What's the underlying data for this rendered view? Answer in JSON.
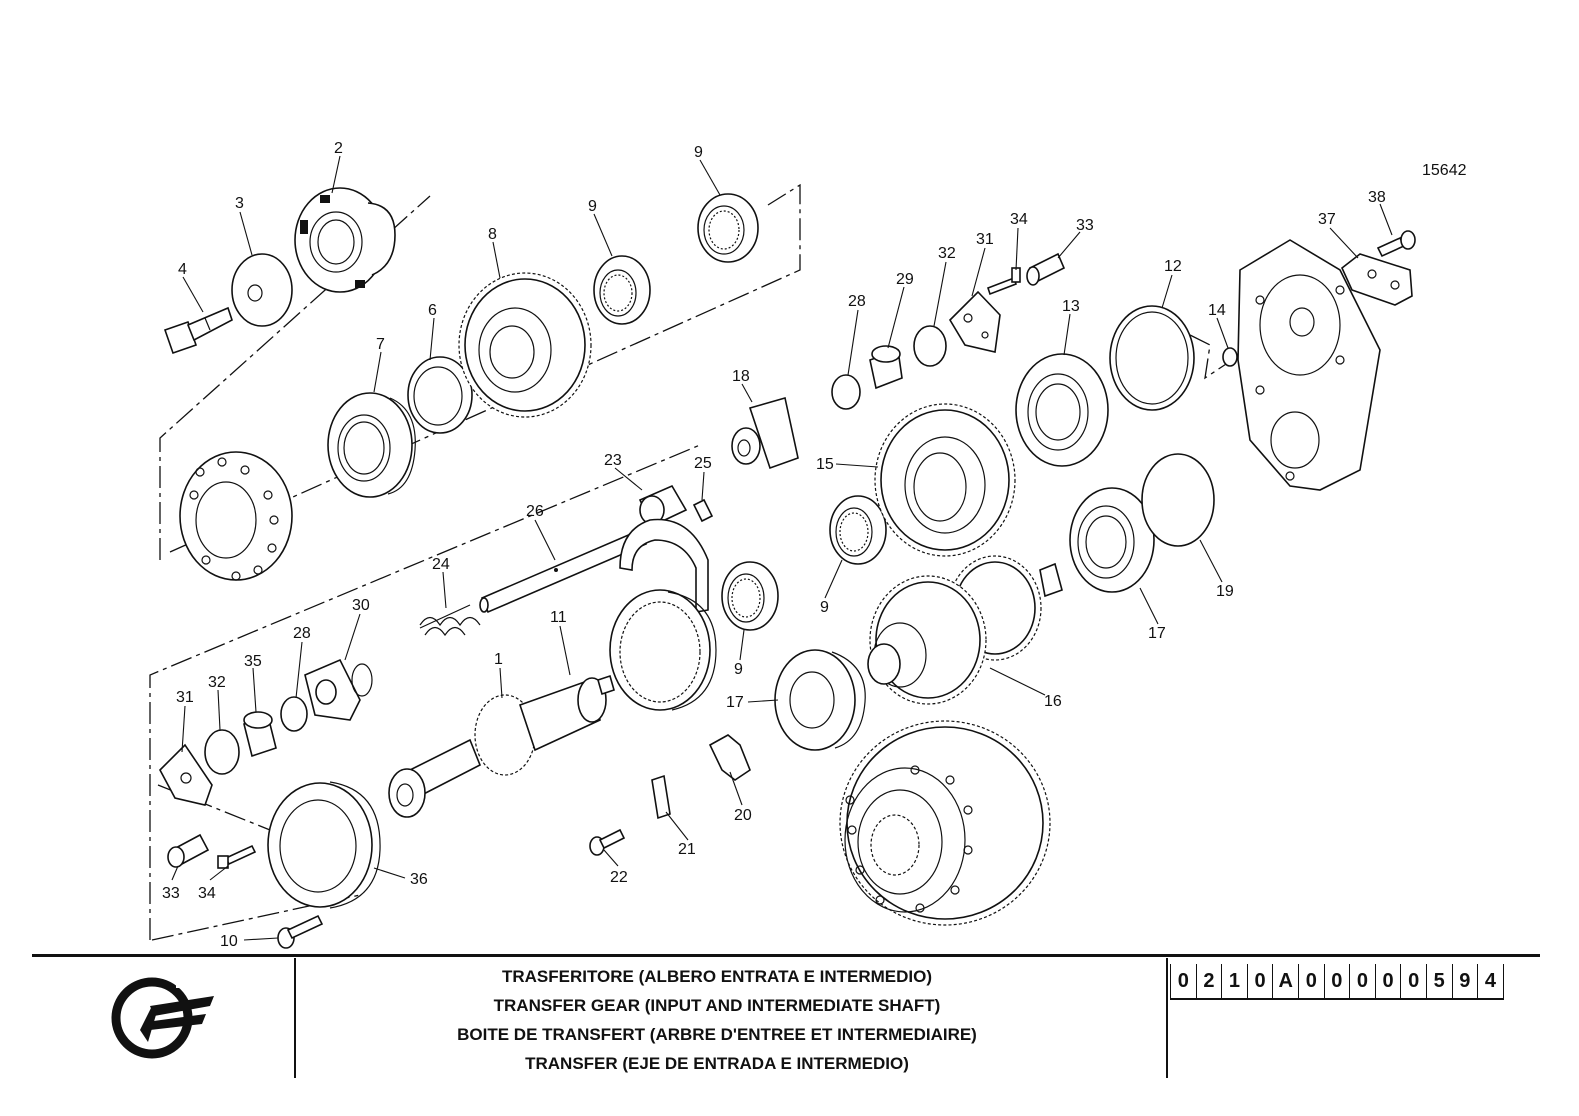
{
  "drawing": {
    "number": "15642",
    "part_labels": [
      {
        "n": "1",
        "key": "1"
      },
      {
        "n": "2",
        "key": "2"
      },
      {
        "n": "3",
        "key": "3"
      },
      {
        "n": "4",
        "key": "4"
      },
      {
        "n": "6",
        "key": "6"
      },
      {
        "n": "7",
        "key": "7"
      },
      {
        "n": "8",
        "key": "8"
      },
      {
        "n": "9",
        "key": "9a"
      },
      {
        "n": "9",
        "key": "9b"
      },
      {
        "n": "9",
        "key": "9c"
      },
      {
        "n": "9",
        "key": "9d"
      },
      {
        "n": "10",
        "key": "10"
      },
      {
        "n": "11",
        "key": "11"
      },
      {
        "n": "12",
        "key": "12"
      },
      {
        "n": "13",
        "key": "13"
      },
      {
        "n": "14",
        "key": "14"
      },
      {
        "n": "15",
        "key": "15"
      },
      {
        "n": "16",
        "key": "16"
      },
      {
        "n": "17",
        "key": "17a"
      },
      {
        "n": "17",
        "key": "17b"
      },
      {
        "n": "18",
        "key": "18"
      },
      {
        "n": "19",
        "key": "19"
      },
      {
        "n": "20",
        "key": "20"
      },
      {
        "n": "21",
        "key": "21"
      },
      {
        "n": "22",
        "key": "22"
      },
      {
        "n": "23",
        "key": "23"
      },
      {
        "n": "24",
        "key": "24"
      },
      {
        "n": "25",
        "key": "25"
      },
      {
        "n": "26",
        "key": "26"
      },
      {
        "n": "28",
        "key": "28a"
      },
      {
        "n": "28",
        "key": "28b"
      },
      {
        "n": "29",
        "key": "29"
      },
      {
        "n": "30",
        "key": "30"
      },
      {
        "n": "31",
        "key": "31a"
      },
      {
        "n": "31",
        "key": "31b"
      },
      {
        "n": "32",
        "key": "32a"
      },
      {
        "n": "32",
        "key": "32b"
      },
      {
        "n": "33",
        "key": "33a"
      },
      {
        "n": "33",
        "key": "33b"
      },
      {
        "n": "34",
        "key": "34a"
      },
      {
        "n": "34",
        "key": "34b"
      },
      {
        "n": "35",
        "key": "35"
      },
      {
        "n": "36",
        "key": "36"
      },
      {
        "n": "37",
        "key": "37"
      },
      {
        "n": "38",
        "key": "38"
      }
    ]
  },
  "title_block": {
    "titles": [
      "TRASFERITORE (ALBERO ENTRATA E INTERMEDIO)",
      "TRANSFER GEAR (INPUT AND INTERMEDIATE SHAFT)",
      "BOITE DE TRANSFERT (ARBRE D'ENTREE ET INTERMEDIAIRE)",
      "TRANSFER (EJE DE ENTRADA E INTERMEDIO)"
    ],
    "code_chars": [
      "0",
      "2",
      "1",
      "0",
      "A",
      "0",
      "0",
      "0",
      "0",
      "0",
      "5",
      "9",
      "4"
    ]
  }
}
